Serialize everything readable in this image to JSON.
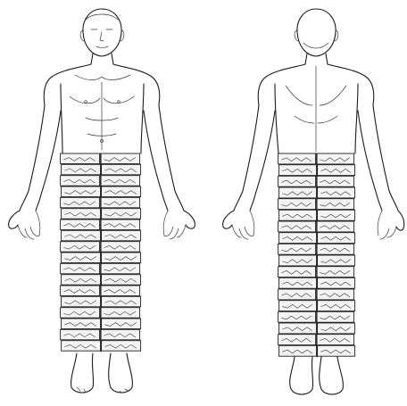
{
  "figure": {
    "views": [
      {
        "id": "front",
        "grid": {
          "rows": 18,
          "columns": 2
        }
      },
      {
        "id": "back",
        "grid": {
          "rows": 18,
          "columns": 2
        }
      }
    ],
    "colors": {
      "ink": "#1b1b1b",
      "background": "#ffffff",
      "grid_fill": "#f4f4f4"
    }
  }
}
